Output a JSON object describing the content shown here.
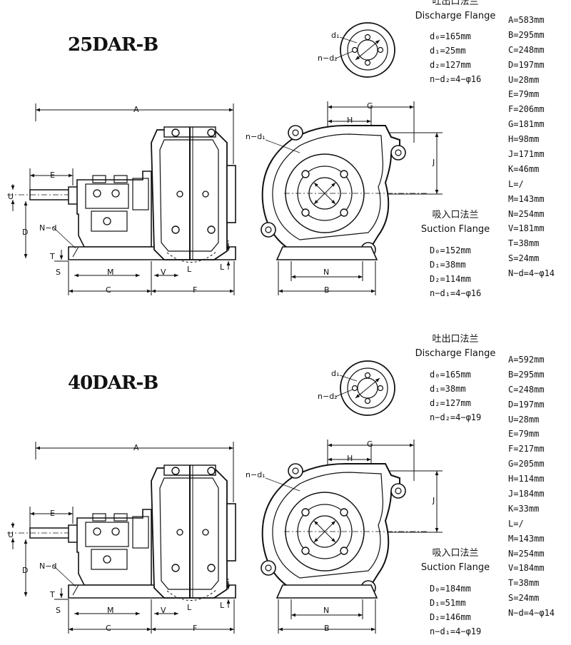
{
  "labels": {
    "A": "A",
    "B": "B",
    "C": "C",
    "D": "D",
    "E": "E",
    "F": "F",
    "G": "G",
    "H": "H",
    "J": "J",
    "K": "K",
    "L": "L",
    "M": "M",
    "N": "N",
    "S": "S",
    "T": "T",
    "U": "U",
    "V": "V",
    "Nd": "N−d",
    "nd1": "n−d₁",
    "nd2": "n−d₂",
    "Do": "D₀",
    "d1": "d₁"
  },
  "sections": [
    {
      "title": "25DAR-B",
      "discharge": {
        "cn": "吐出口法兰",
        "en": "Discharge Flange",
        "lines": [
          "d₀=165mm",
          "d₁=25mm",
          "d₂=127mm",
          "n−d₂=4−φ16"
        ]
      },
      "suction": {
        "cn": "吸入口法兰",
        "en": "Suction Flange",
        "lines": [
          "D₀=152mm",
          "D₁=38mm",
          "D₂=114mm",
          "n−d₁=4−φ16"
        ]
      },
      "dims": [
        "A=583mm",
        "B=295mm",
        "C=248mm",
        "D=197mm",
        "U=28mm",
        "E=79mm",
        "F=206mm",
        "G=181mm",
        "H=98mm",
        "J=171mm",
        "K=46mm",
        "L=/",
        "M=143mm",
        "N=254mm",
        "V=181mm",
        "T=38mm",
        "S=24mm",
        "N−d=4−φ14"
      ]
    },
    {
      "title": "40DAR-B",
      "discharge": {
        "cn": "吐出口法兰",
        "en": "Discharge Flange",
        "lines": [
          "d₀=165mm",
          "d₁=38mm",
          "d₂=127mm",
          "n−d₂=4−φ19"
        ]
      },
      "suction": {
        "cn": "吸入口法兰",
        "en": "Suction Flange",
        "lines": [
          "D₀=184mm",
          "D₁=51mm",
          "D₂=146mm",
          "n−d₁=4−φ19"
        ]
      },
      "dims": [
        "A=592mm",
        "B=295mm",
        "C=248mm",
        "D=197mm",
        "U=28mm",
        "E=79mm",
        "F=217mm",
        "G=205mm",
        "H=114mm",
        "J=184mm",
        "K=33mm",
        "L=/",
        "M=143mm",
        "N=254mm",
        "V=184mm",
        "T=38mm",
        "S=24mm",
        "N−d=4−φ14"
      ]
    }
  ]
}
